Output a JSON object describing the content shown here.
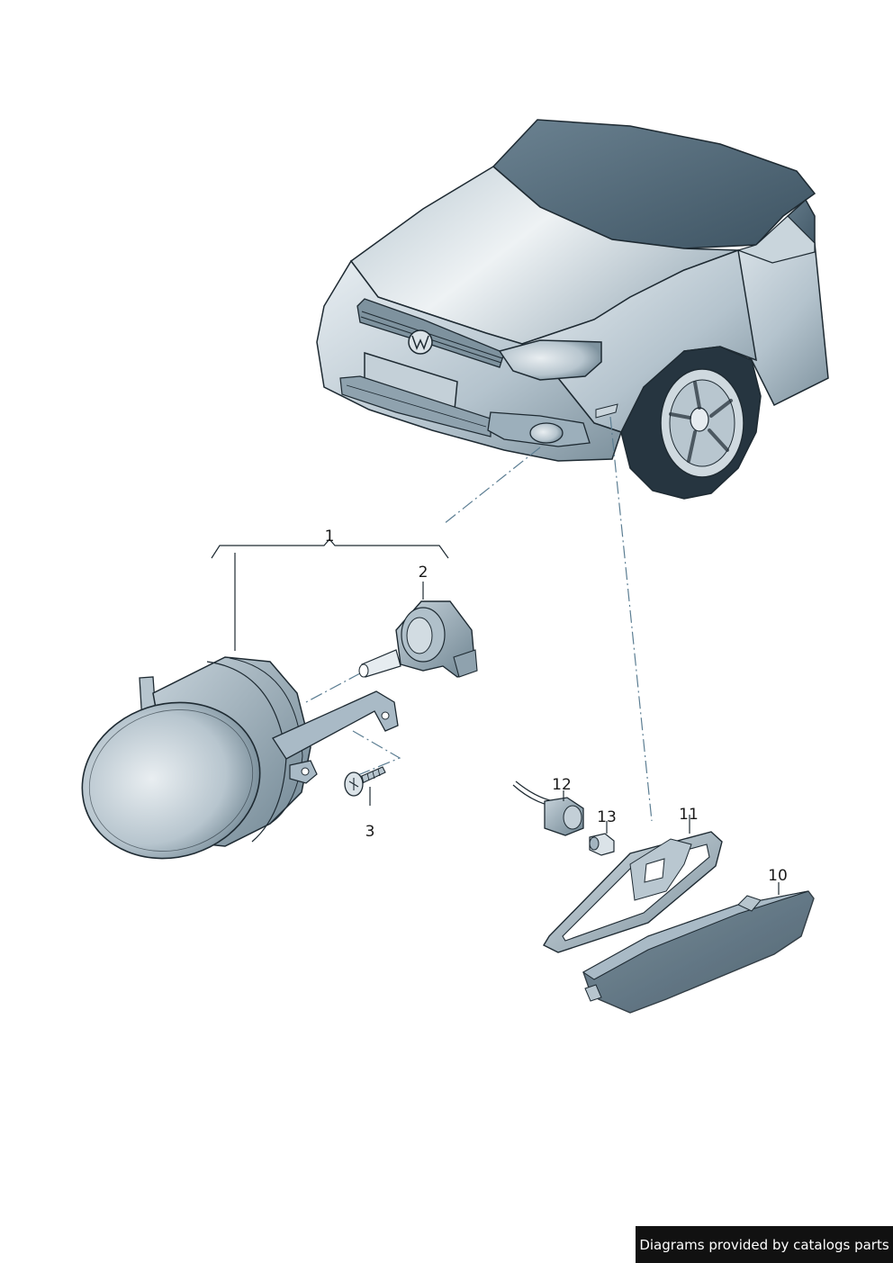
{
  "callouts": {
    "c1": "1",
    "c2": "2",
    "c3": "3",
    "c10": "10",
    "c11": "11",
    "c12": "12",
    "c13": "13"
  },
  "footer": {
    "credit": "Diagrams provided by catalogs parts"
  },
  "colors": {
    "panel_light": "#dfe7ec",
    "panel_mid": "#a9bac6",
    "panel_dark": "#5f7480",
    "glass": "#4e6575",
    "outline": "#1e2a32",
    "leader": "#5b7d92"
  }
}
